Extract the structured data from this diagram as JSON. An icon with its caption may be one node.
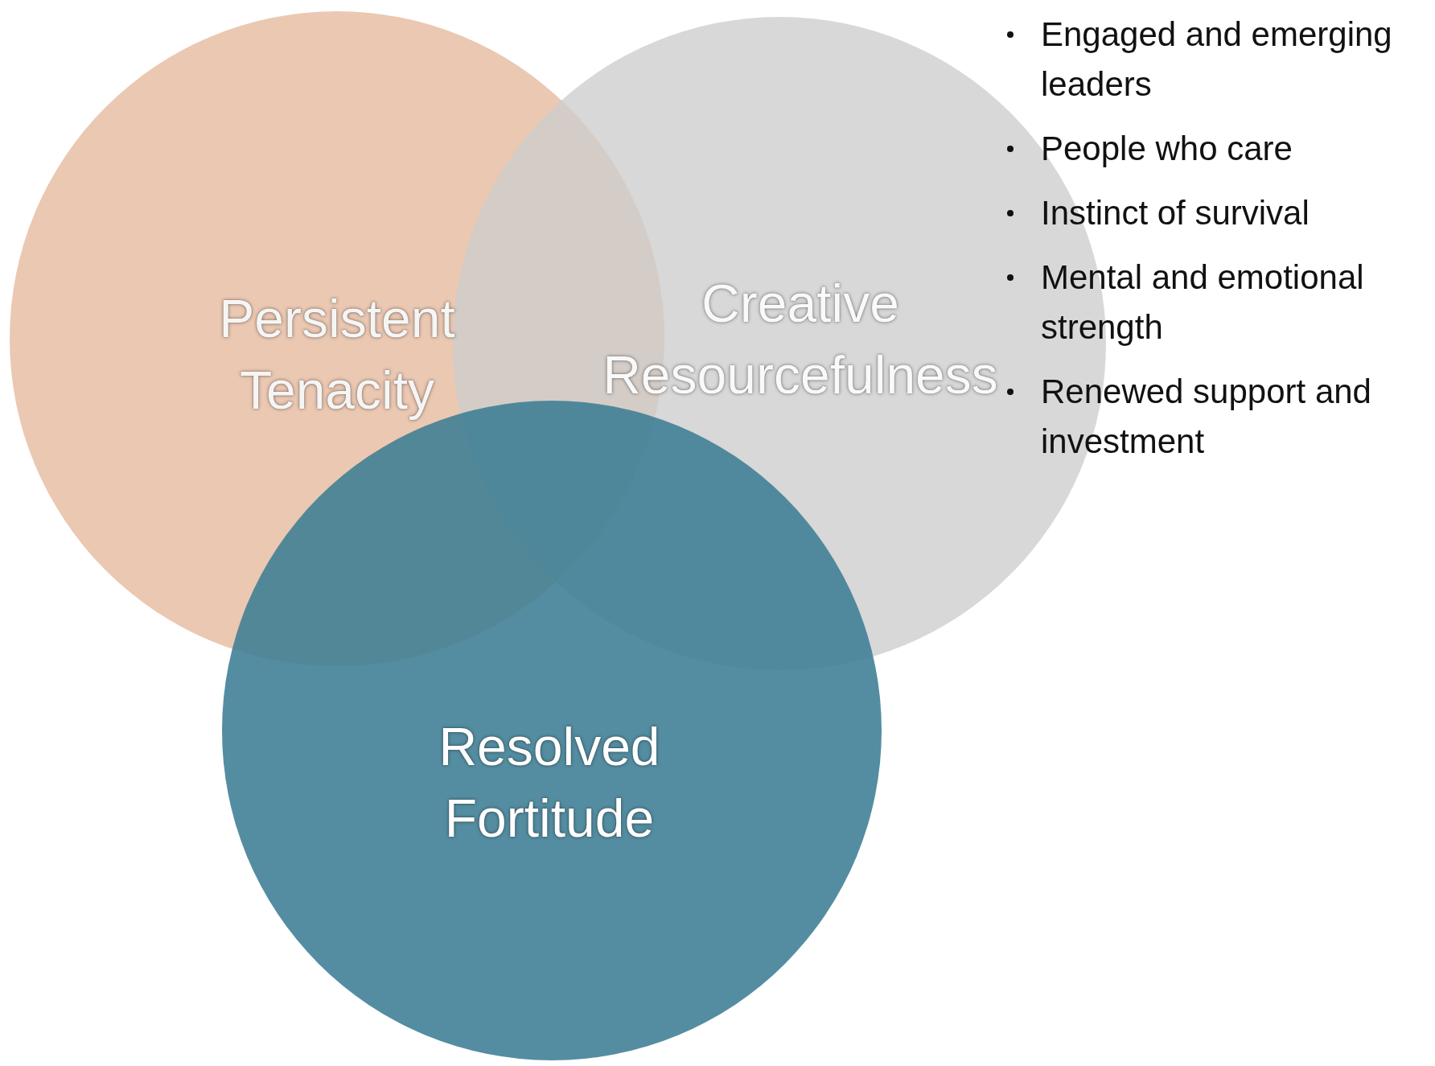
{
  "diagram": {
    "nodes": [
      {
        "text": [
          "Persistent Tenacity"
        ]
      },
      {
        "text": [
          "Creative Resourcefulness"
        ]
      },
      {
        "text": [
          "Resolved Fortitude"
        ]
      }
    ],
    "labels": [
      "Engaged and emerging leaders",
      "People who care",
      "Instinct of survival",
      "Mental and emotional strength",
      "Renewed support and investment"
    ]
  }
}
